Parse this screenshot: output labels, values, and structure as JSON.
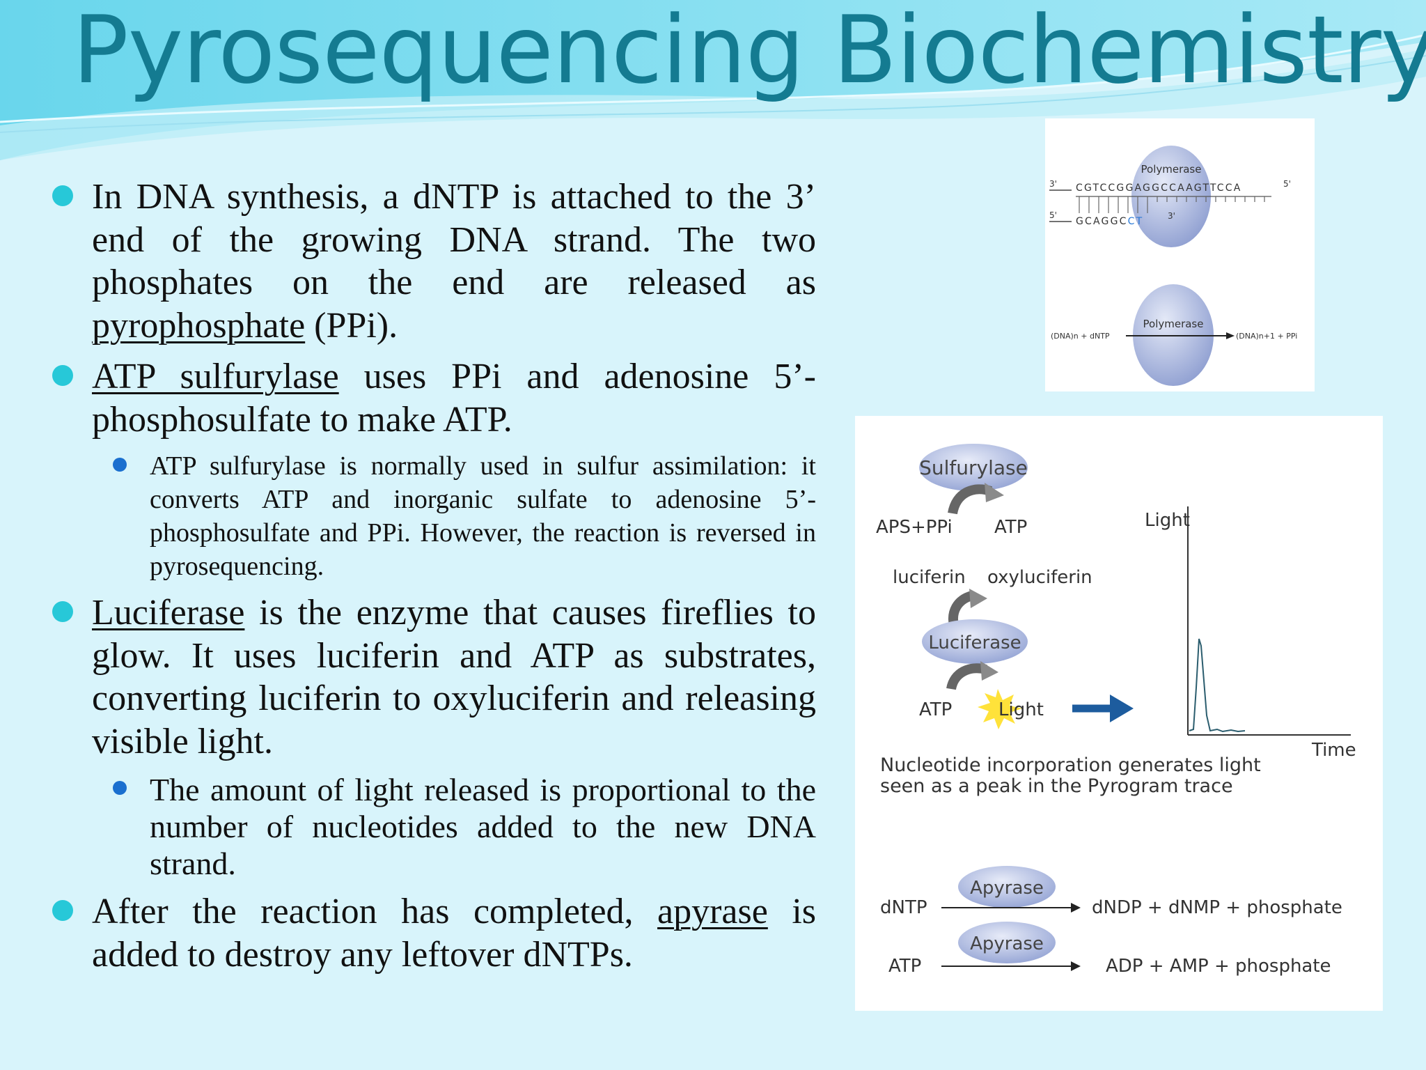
{
  "slide": {
    "title": "Pyrosequencing Biochemistry",
    "bullet1": {
      "pre": "In DNA synthesis, a dNTP is attached to the 3’ end of the growing DNA strand.  The two phosphates on the end are released as ",
      "link": "pyrophosphate",
      "post": " (PPi)."
    },
    "bullet2": {
      "link": "ATP sulfurylase",
      "post": " uses PPi and adenosine 5’-phosphosulfate  to make ATP.",
      "sub": "ATP sulfurylase  is normally used in sulfur assimilation: it converts ATP and inorganic sulfate to adenosine 5’-phosphosulfate and PPi.  However, the reaction is reversed in pyrosequencing."
    },
    "bullet3": {
      "link": "Luciferase",
      "post": " is the enzyme that causes fireflies to glow.  It uses luciferin and ATP as substrates, converting luciferin to oxyluciferin and releasing visible light.",
      "sub": "The amount of light released is proportional to the number of nucleotides added to the new DNA strand."
    },
    "bullet4": {
      "pre": "After the reaction has completed, ",
      "link": "apyrase",
      "post": " is added to destroy any leftover dNTPs."
    }
  },
  "figure_polymerase": {
    "enzyme_top": "Polymerase",
    "enzyme_bottom": "Polymerase",
    "top_strand": "CGTCCGGAGGCCAAGTTCCA",
    "bottom_strand_black": "GCAGGC",
    "bottom_strand_blue": "CT",
    "label_3_top": "3'",
    "label_5_top": "5'",
    "label_5_bottom": "5'",
    "label_3_bottom": "3'",
    "reactant": "(DNA)n + dNTP",
    "product": "(DNA)n+1 + PPi"
  },
  "figure_cascade": {
    "sulfurylase": "Sulfurylase",
    "aps_ppi": "APS+PPi",
    "atp_1": "ATP",
    "luciferin": "luciferin",
    "oxyluciferin": "oxyluciferin",
    "luciferase": "Luciferase",
    "atp_2": "ATP",
    "light_label": "Light",
    "axis_y": "Light",
    "axis_x": "Time",
    "caption_line1": "Nucleotide incorporation generates light",
    "caption_line2": "seen as a peak in the Pyrogram trace",
    "apyrase_1": "Apyrase",
    "apyrase_2": "Apyrase",
    "dntp": "dNTP",
    "atp_3": "ATP",
    "product_1": "dNDP + dNMP + phosphate",
    "product_2": "ADP + AMP + phosphate",
    "colors": {
      "enzyme": "#a9b7de",
      "arrow": "#1d5c9e",
      "light_burst": "#ffe23a"
    }
  }
}
